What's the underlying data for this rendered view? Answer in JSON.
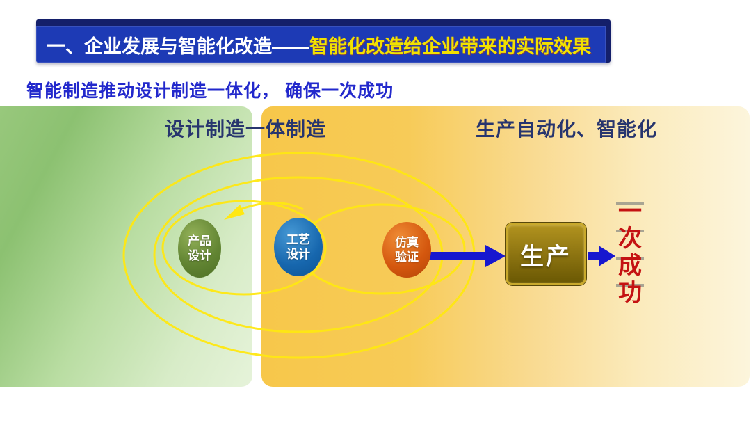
{
  "slide": {
    "title": {
      "prefix": "一、企业发展与智能化改造——",
      "highlight": "智能化改造给企业带来的实际效果"
    },
    "subtitle": "智能制造推动设计制造一体化， 确保一次成功",
    "zones": {
      "design_label": "设计制造一体制造",
      "production_label": "生产自动化、智能化"
    },
    "nodes": [
      {
        "name": "product-design",
        "line1": "产品",
        "line2": "设计",
        "color": "#5F8230"
      },
      {
        "name": "process-design",
        "line1": "工艺",
        "line2": "设计",
        "color": "#1668B0"
      },
      {
        "name": "simulation-verification",
        "line1": "仿真",
        "line2": "验证",
        "color": "#D4570E"
      }
    ],
    "production_box_label": "生产",
    "result": "一次成功",
    "colors": {
      "title_bar_bg": "#1D3AB5",
      "title_highlight": "#F2E100",
      "subtitle_text": "#2228CC",
      "zone_label_text": "#27356E",
      "design_zone_green": "#8CC171",
      "production_zone_gold": "#F7C74A",
      "loop_line": "#FFE812",
      "arrow": "#1717CF",
      "result_text": "#C41212",
      "production_box_fill": "#8A7210",
      "production_box_border": "#C9A92C"
    }
  }
}
